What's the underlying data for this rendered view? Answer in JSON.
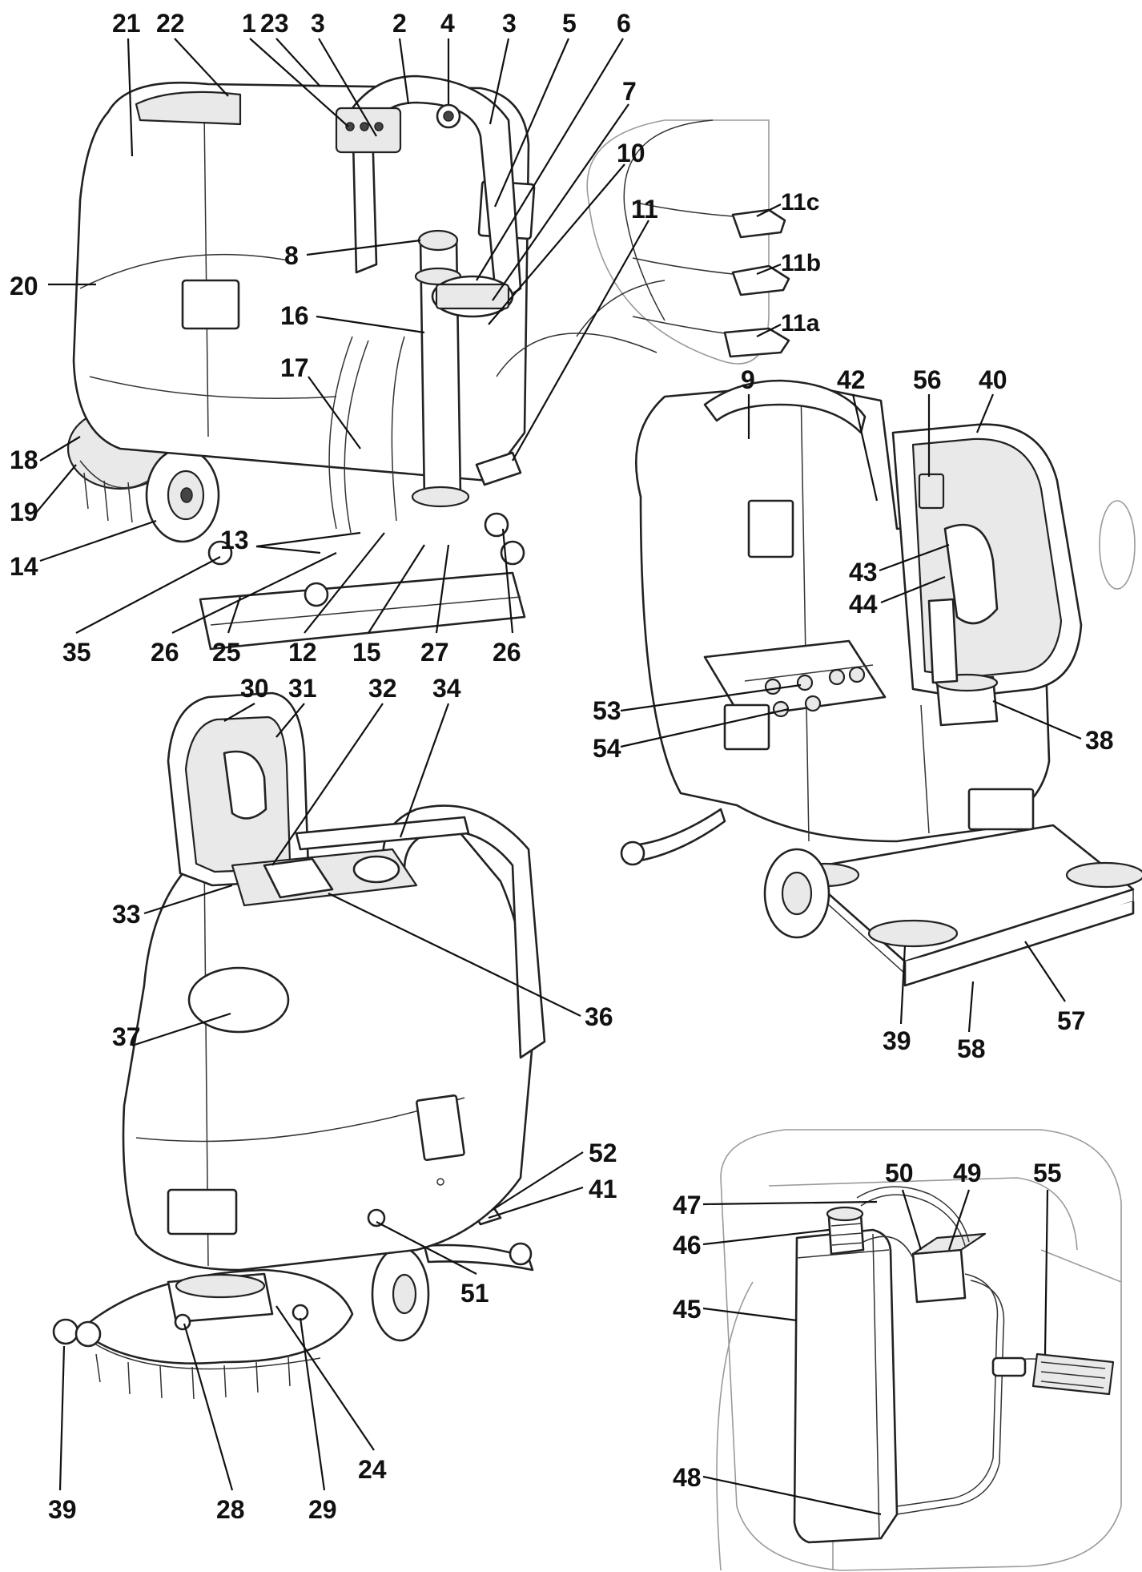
{
  "labels": {
    "v1": [
      "21",
      "22",
      "1",
      "23",
      "3",
      "2",
      "4",
      "3",
      "5",
      "6",
      "7",
      "10",
      "8",
      "20",
      "16",
      "11",
      "17",
      "18",
      "19",
      "14",
      "13",
      "35",
      "26",
      "25",
      "12",
      "15",
      "27",
      "26"
    ],
    "detail": [
      "11c",
      "11b",
      "11a"
    ],
    "v2": [
      "9",
      "42",
      "56",
      "40",
      "43",
      "44",
      "53",
      "54",
      "38",
      "39",
      "58",
      "57"
    ],
    "v3": [
      "30",
      "31",
      "32",
      "34",
      "33",
      "36",
      "37",
      "52",
      "41",
      "51",
      "39",
      "28",
      "29",
      "24"
    ],
    "v4": [
      "50",
      "49",
      "55",
      "47",
      "46",
      "45",
      "48"
    ]
  }
}
